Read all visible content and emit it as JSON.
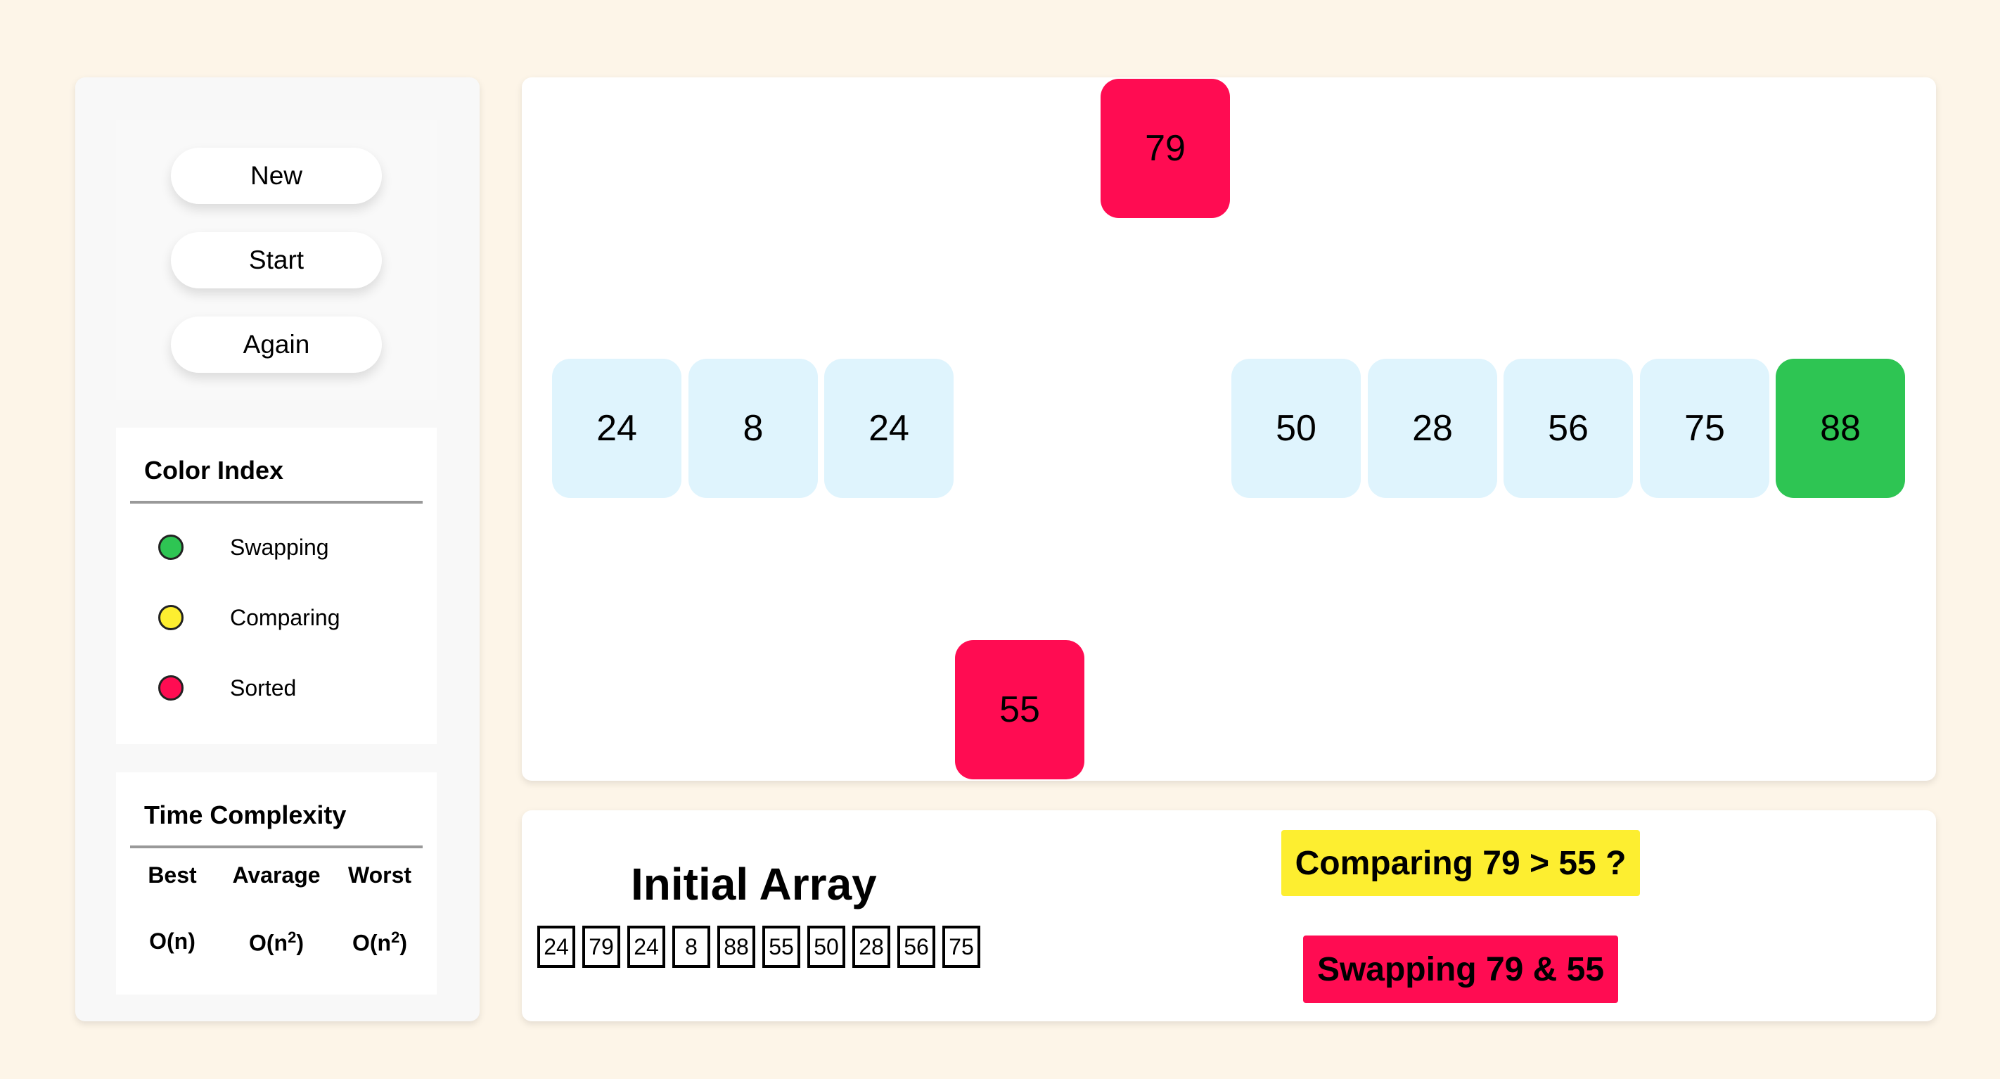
{
  "controls": {
    "new_label": "New",
    "start_label": "Start",
    "again_label": "Again"
  },
  "legend": {
    "title": "Color Index",
    "items": [
      {
        "label": "Swapping",
        "color": "#2ec553"
      },
      {
        "label": "Comparing",
        "color": "#fdee30"
      },
      {
        "label": "Sorted",
        "color": "#ff0c52"
      }
    ]
  },
  "complexity": {
    "title": "Time Complexity",
    "headers": [
      "Best",
      "Avarage",
      "Worst"
    ],
    "values": [
      "O(n)",
      "O(n",
      "O(n"
    ],
    "superscript": "2"
  },
  "visualizer": {
    "bars": [
      {
        "value": "24",
        "state": "default"
      },
      {
        "value": "8",
        "state": "default"
      },
      {
        "value": "24",
        "state": "default"
      },
      {
        "value": "55",
        "state": "swapping-down"
      },
      {
        "value": "79",
        "state": "swapping-up"
      },
      {
        "value": "50",
        "state": "default"
      },
      {
        "value": "28",
        "state": "default"
      },
      {
        "value": "56",
        "state": "default"
      },
      {
        "value": "75",
        "state": "default"
      },
      {
        "value": "88",
        "state": "sorted"
      }
    ],
    "colors": {
      "default": "#dff4fd",
      "swap": "#ff0c52",
      "sorted": "#2ec553"
    }
  },
  "info": {
    "initial_title": "Initial Array",
    "initial_array": [
      "24",
      "79",
      "24",
      "8",
      "88",
      "55",
      "50",
      "28",
      "56",
      "75"
    ],
    "comparing_text": "Comparing 79 > 55 ?",
    "swapping_text": "Swapping 79 & 55"
  }
}
